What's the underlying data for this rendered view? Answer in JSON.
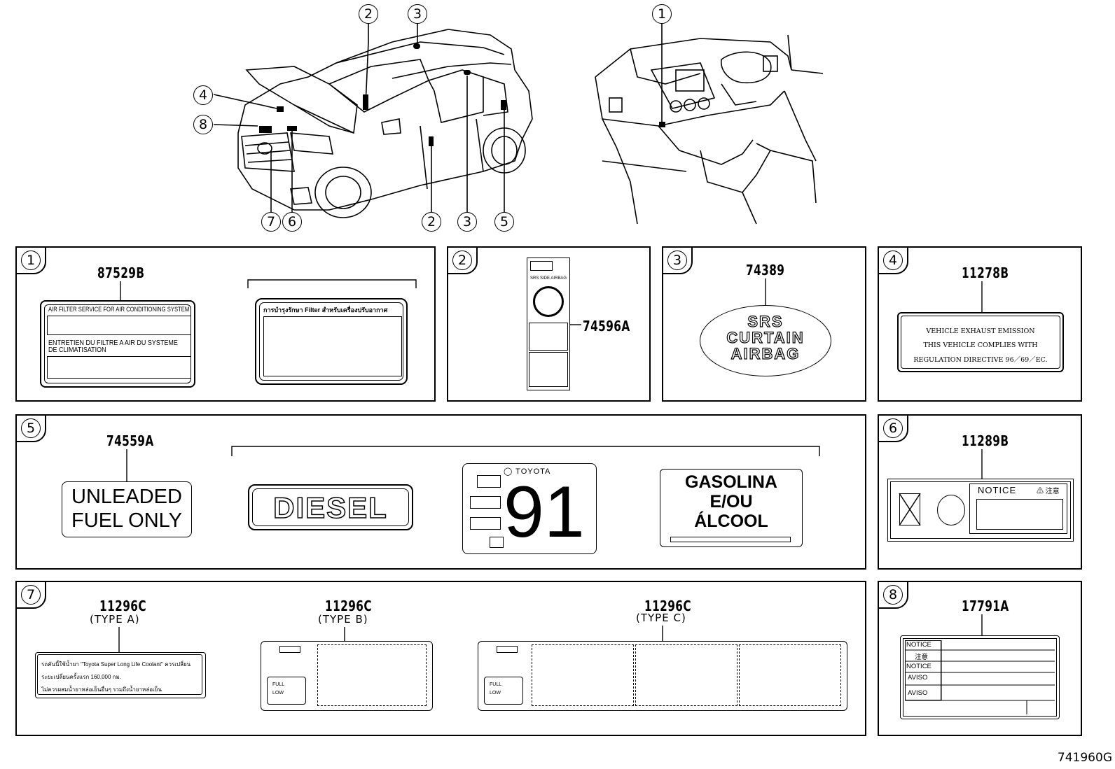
{
  "callouts": {
    "top_left": [
      "2",
      "3",
      "4",
      "8",
      "7",
      "6",
      "2",
      "3",
      "5"
    ],
    "top_right": [
      "1"
    ]
  },
  "panels": {
    "p1": {
      "num": "1",
      "part": "87529B",
      "label_a_line1": "AIR FILTER SERVICE FOR AIR CONDITIONING SYSTEM",
      "label_a_line2": "ENTRETIEN DU FILTRE A AIR DU SYSTEME",
      "label_a_line3": "DE CLIMATISATION",
      "label_b_title": "การบำรุงรักษา Filter สำหรับเครื่องปรับอากาศ"
    },
    "p2": {
      "num": "2",
      "part": "74596A",
      "header": "SRS SIDE AIRBAG"
    },
    "p3": {
      "num": "3",
      "part": "74389",
      "line1": "SRS",
      "line2": "CURTAIN",
      "line3": "AIRBAG"
    },
    "p4": {
      "num": "4",
      "part": "11278B",
      "line1": "VEHICLE  EXHAUST  EMISSION",
      "line2": "THIS  VEHICLE  COMPLIES  WITH",
      "line3": "REGULATION  DIRECTIVE  96／69／EC."
    },
    "p5": {
      "num": "5",
      "part": "74559A",
      "unleaded1": "UNLEADED",
      "unleaded2": "FUEL ONLY",
      "diesel": "DIESEL",
      "toyota": "TOYOTA",
      "octane": "91",
      "gas1": "GASOLINA",
      "gas2": "E/OU",
      "gas3": "ÁLCOOL"
    },
    "p6": {
      "num": "6",
      "part": "11289B",
      "notice": "NOTICE",
      "notice_jp": "注意"
    },
    "p7": {
      "num": "7",
      "part_a": "11296C",
      "type_a": "(TYPE A)",
      "part_b": "11296C",
      "type_b": "(TYPE B)",
      "part_c": "11296C",
      "type_c": "(TYPE C)",
      "thai1": "รถคันนี้ใช้น้ำยา \"Toyota Super Long Life Coolant\" ควรเปลี่ยน",
      "thai2": "ระยะเปลี่ยนครั้งแรก 160,000 กม.",
      "thai3": "ไม่ควรผสมน้ำยาหล่อเย็นอื่นๆ รวมถึงน้ำยาหล่อเย็น",
      "full": "FULL",
      "low": "LOW"
    },
    "p8": {
      "num": "8",
      "part": "17791A",
      "rows": [
        "NOTICE",
        "注意",
        "NOTICE",
        "AVISO",
        "AVISO"
      ]
    }
  },
  "diagram_code": "741960G"
}
